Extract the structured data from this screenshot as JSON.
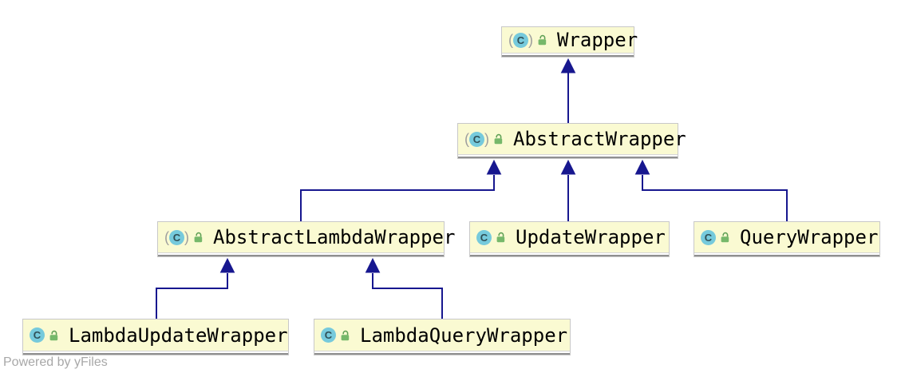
{
  "diagram": {
    "type": "uml-class-inheritance-diagram",
    "nodes": [
      {
        "id": "wrapper",
        "label": "Wrapper",
        "kind": "abstract-class",
        "visibility": "public"
      },
      {
        "id": "abstract-wrapper",
        "label": "AbstractWrapper",
        "kind": "abstract-class",
        "visibility": "public"
      },
      {
        "id": "abstract-lambda-wrapper",
        "label": "AbstractLambdaWrapper",
        "kind": "abstract-class",
        "visibility": "public"
      },
      {
        "id": "update-wrapper",
        "label": "UpdateWrapper",
        "kind": "class",
        "visibility": "public"
      },
      {
        "id": "query-wrapper",
        "label": "QueryWrapper",
        "kind": "class",
        "visibility": "public"
      },
      {
        "id": "lambda-update-wrapper",
        "label": "LambdaUpdateWrapper",
        "kind": "class",
        "visibility": "public"
      },
      {
        "id": "lambda-query-wrapper",
        "label": "LambdaQueryWrapper",
        "kind": "class",
        "visibility": "public"
      }
    ],
    "edges": [
      {
        "from": "AbstractWrapper",
        "to": "Wrapper",
        "type": "extends"
      },
      {
        "from": "AbstractLambdaWrapper",
        "to": "AbstractWrapper",
        "type": "extends"
      },
      {
        "from": "UpdateWrapper",
        "to": "AbstractWrapper",
        "type": "extends"
      },
      {
        "from": "QueryWrapper",
        "to": "AbstractWrapper",
        "type": "extends"
      },
      {
        "from": "LambdaUpdateWrapper",
        "to": "AbstractLambdaWrapper",
        "type": "extends"
      },
      {
        "from": "LambdaQueryWrapper",
        "to": "AbstractLambdaWrapper",
        "type": "extends"
      }
    ],
    "colors": {
      "node_fill": "#FAFAD2",
      "node_border": "#C8C8C8",
      "node_bottom_line": "#8F8F8F",
      "edge": "#17178F",
      "class_icon_bg": "#76CADC",
      "class_icon_letter": "#2F4F56",
      "lock_green": "#76B86A",
      "watermark_gray": "#A8A8A8"
    }
  },
  "icons": {
    "class_letter": "C",
    "paren_open": "(",
    "paren_close": ")"
  },
  "watermark": {
    "text": "Powered by yFiles"
  }
}
